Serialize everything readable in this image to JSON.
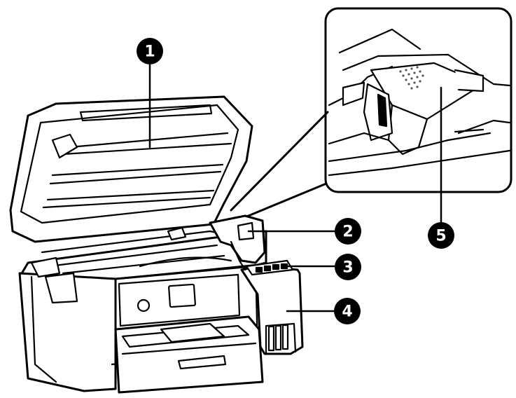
{
  "callouts": [
    {
      "id": "1",
      "label": "1"
    },
    {
      "id": "2",
      "label": "2"
    },
    {
      "id": "3",
      "label": "3"
    },
    {
      "id": "4",
      "label": "4"
    },
    {
      "id": "5",
      "label": "5"
    }
  ],
  "colors": {
    "stroke": "#000000",
    "fill": "#ffffff",
    "shade": "#d9d9d9",
    "dark_shade": "#8a8a8a",
    "callout": "#000000"
  }
}
